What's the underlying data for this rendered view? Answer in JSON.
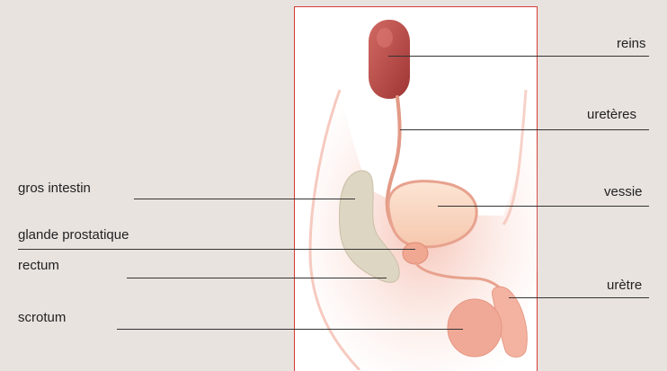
{
  "labels": {
    "reins": "reins",
    "ureteres": "uretères",
    "vessie": "vessie",
    "uretre": "urètre",
    "gros_intestin": "gros intestin",
    "glande_prostatique": "glande prostatique",
    "rectum": "rectum",
    "scrotum": "scrotum"
  },
  "colors": {
    "background": "#e9e3df",
    "panel_border": "#d63b36",
    "kidney": "#b84a4a",
    "tissue": "#f3b9a8",
    "bowel": "#ddd6c2"
  }
}
